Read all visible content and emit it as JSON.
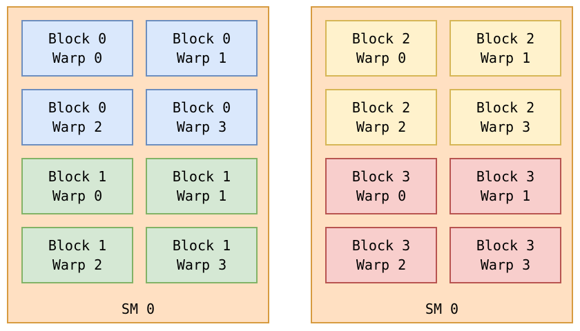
{
  "sms": [
    {
      "label": "SM 0",
      "warps": [
        {
          "block": "Block 0",
          "warp": "Warp 0",
          "color": "#dae8fc"
        },
        {
          "block": "Block 0",
          "warp": "Warp 1",
          "color": "#dae8fc"
        },
        {
          "block": "Block 0",
          "warp": "Warp 2",
          "color": "#dae8fc"
        },
        {
          "block": "Block 0",
          "warp": "Warp 3",
          "color": "#dae8fc"
        },
        {
          "block": "Block 1",
          "warp": "Warp 0",
          "color": "#d5e8d4"
        },
        {
          "block": "Block 1",
          "warp": "Warp 1",
          "color": "#d5e8d4"
        },
        {
          "block": "Block 1",
          "warp": "Warp 2",
          "color": "#d5e8d4"
        },
        {
          "block": "Block 1",
          "warp": "Warp 3",
          "color": "#d5e8d4"
        }
      ]
    },
    {
      "label": "SM 0",
      "warps": [
        {
          "block": "Block 2",
          "warp": "Warp 0",
          "color": "#fff2cc"
        },
        {
          "block": "Block 2",
          "warp": "Warp 1",
          "color": "#fff2cc"
        },
        {
          "block": "Block 2",
          "warp": "Warp 2",
          "color": "#fff2cc"
        },
        {
          "block": "Block 2",
          "warp": "Warp 3",
          "color": "#fff2cc"
        },
        {
          "block": "Block 3",
          "warp": "Warp 0",
          "color": "#f8cecc"
        },
        {
          "block": "Block 3",
          "warp": "Warp 1",
          "color": "#f8cecc"
        },
        {
          "block": "Block 3",
          "warp": "Warp 2",
          "color": "#f8cecc"
        },
        {
          "block": "Block 3",
          "warp": "Warp 3",
          "color": "#f8cecc"
        }
      ]
    }
  ]
}
